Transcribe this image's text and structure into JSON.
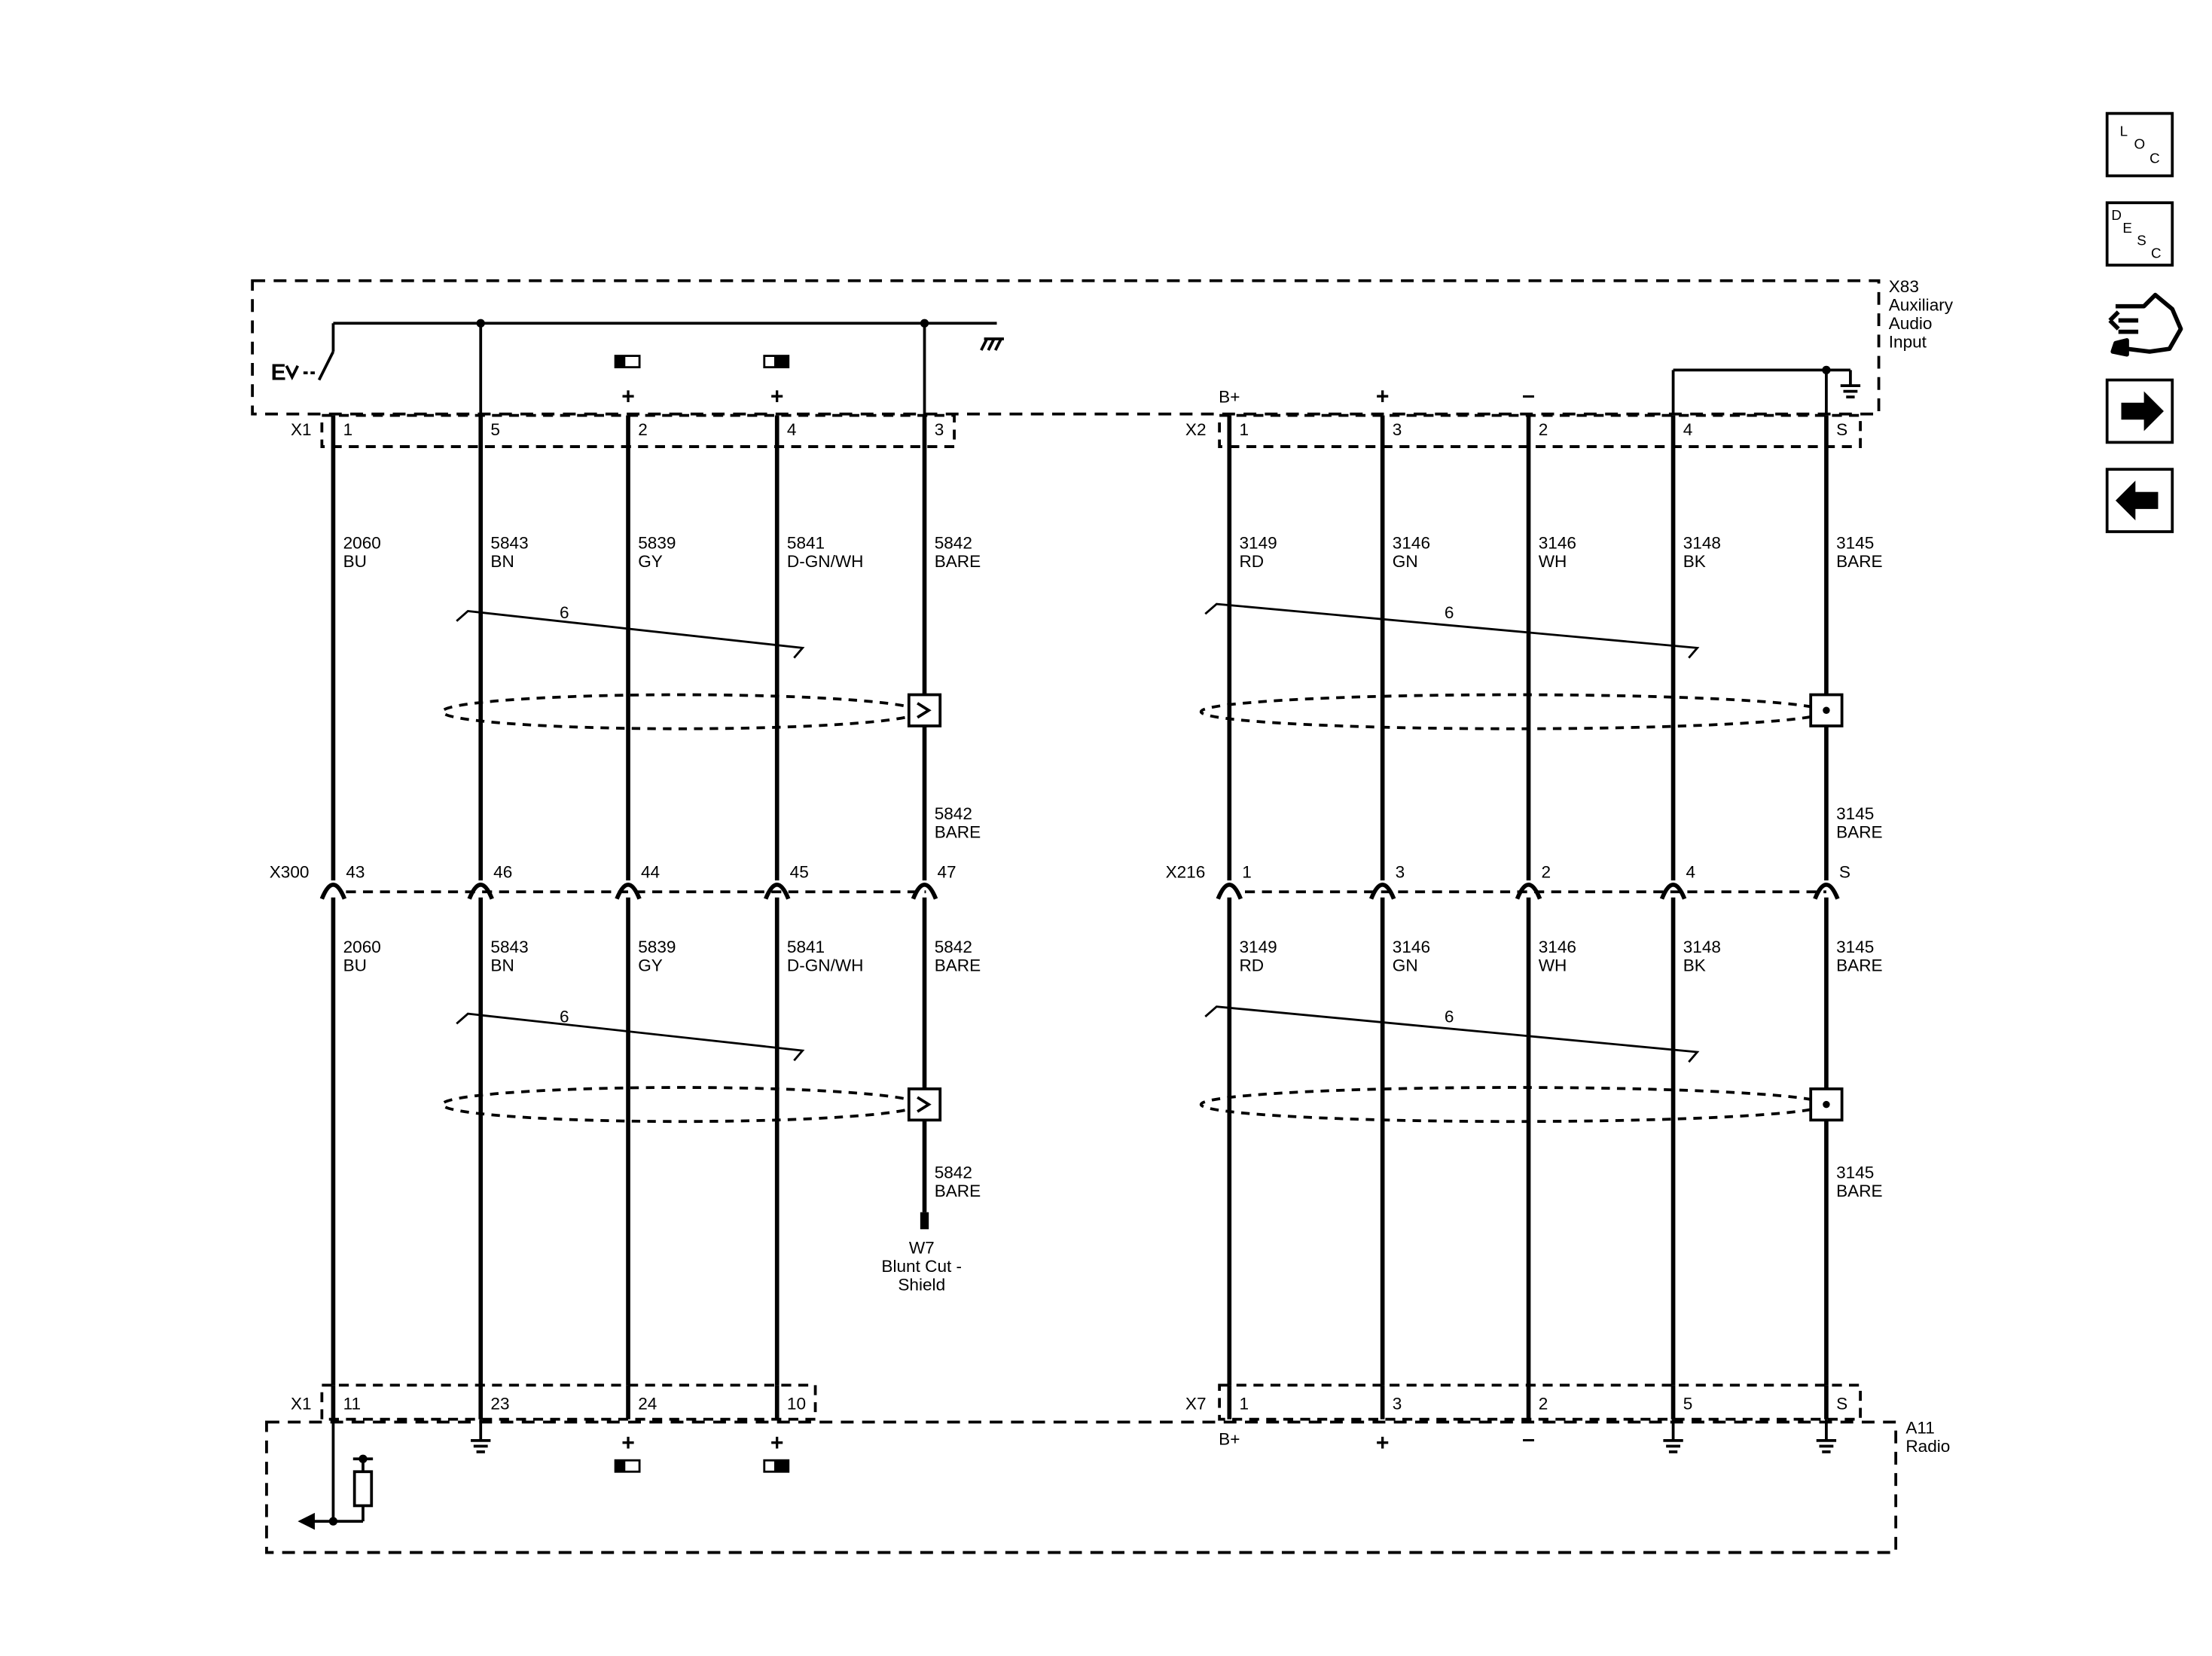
{
  "nav": {
    "loc_letters": [
      "L",
      "O",
      "C"
    ],
    "desc_letters": [
      "D",
      "E",
      "S",
      "C"
    ],
    "icons": [
      "loc-icon",
      "desc-icon",
      "connector-view-icon",
      "next-arrow-icon",
      "previous-arrow-icon"
    ]
  },
  "components": {
    "top": {
      "name": "X83",
      "desc": [
        "Auxiliary",
        "Audio",
        "Input"
      ]
    },
    "bottom": {
      "name": "A11",
      "desc": [
        "Radio"
      ]
    }
  },
  "connectors": {
    "top_left": "X1",
    "top_right": "X2",
    "inline_left": "X300",
    "inline_right": "X216",
    "bottom_left": "X1",
    "bottom_right": "X7"
  },
  "wires_left": [
    {
      "top_pin": "1",
      "inline_pin": "43",
      "bottom_pin": "11",
      "circuit": "2060",
      "color": "BU"
    },
    {
      "top_pin": "5",
      "inline_pin": "46",
      "bottom_pin": "23",
      "circuit": "5843",
      "color": "BN"
    },
    {
      "top_pin": "2",
      "inline_pin": "44",
      "bottom_pin": "24",
      "circuit": "5839",
      "color": "GY"
    },
    {
      "top_pin": "4",
      "inline_pin": "45",
      "bottom_pin": "10",
      "circuit": "5841",
      "color": "D-GN/WH"
    },
    {
      "top_pin": "3",
      "inline_pin": "47",
      "bottom_pin": "",
      "circuit": "5842",
      "color": "BARE"
    }
  ],
  "wires_right": [
    {
      "top_pin": "1",
      "inline_pin": "1",
      "bottom_pin": "1",
      "circuit": "3149",
      "color": "RD"
    },
    {
      "top_pin": "3",
      "inline_pin": "3",
      "bottom_pin": "3",
      "circuit": "3146",
      "color": "GN"
    },
    {
      "top_pin": "2",
      "inline_pin": "2",
      "bottom_pin": "2",
      "circuit": "3146",
      "color": "WH"
    },
    {
      "top_pin": "4",
      "inline_pin": "4",
      "bottom_pin": "5",
      "circuit": "3148",
      "color": "BK"
    },
    {
      "top_pin": "S",
      "inline_pin": "S",
      "bottom_pin": "S",
      "circuit": "3145",
      "color": "BARE"
    }
  ],
  "twist_label": "6",
  "polarity": {
    "plus": "+",
    "minus": "–",
    "bplus": "B+"
  },
  "shield_end": {
    "name": "W7",
    "desc": [
      "Blunt Cut -",
      "Shield"
    ]
  }
}
